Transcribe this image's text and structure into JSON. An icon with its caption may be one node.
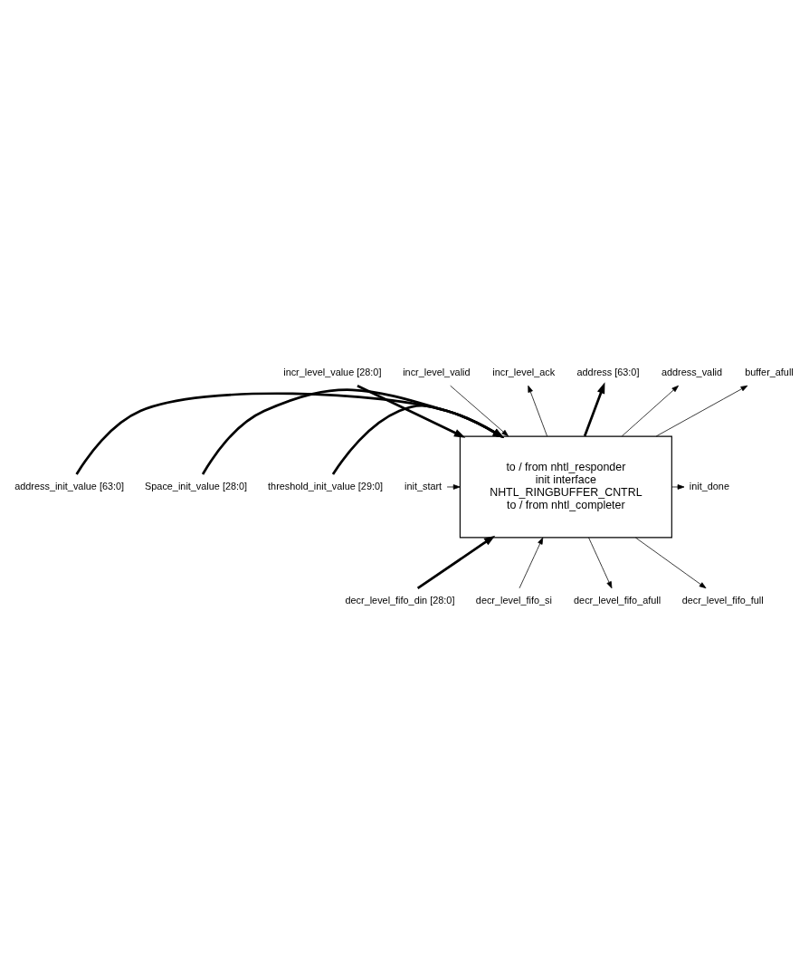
{
  "diagram": {
    "nodes": [
      {
        "text": [
          "incr_level_value [28:0]"
        ]
      },
      {
        "text": [
          "incr_level_valid"
        ]
      },
      {
        "text": [
          "incr_level_ack"
        ]
      },
      {
        "text": [
          "address [63:0]"
        ]
      },
      {
        "text": [
          "address_valid"
        ]
      },
      {
        "text": [
          "buffer_afull"
        ]
      },
      {
        "text": [
          "to / from nhtl_responder",
          "init interface",
          "NHTL_RINGBUFFER_CNTRL",
          "to / from nhtl_completer"
        ]
      },
      {
        "text": [
          "address_init_value [63:0]"
        ]
      },
      {
        "text": [
          "Space_init_value [28:0]"
        ]
      },
      {
        "text": [
          "threshold_init_value [29:0]"
        ]
      },
      {
        "text": [
          "init_start"
        ]
      },
      {
        "text": [
          "init_done"
        ]
      },
      {
        "text": [
          "decr_level_fifo_din [28:0]"
        ]
      },
      {
        "text": [
          "decr_level_fifo_si"
        ]
      },
      {
        "text": [
          "decr_level_fifo_afull"
        ]
      },
      {
        "text": [
          "decr_level_fifo_full"
        ]
      }
    ],
    "edges": [
      {
        "from": 0,
        "to": 6,
        "arrow": "to",
        "style": "thick"
      },
      {
        "from": 1,
        "to": 6,
        "arrow": "to"
      },
      {
        "from": 6,
        "to": 2,
        "arrow": "to"
      },
      {
        "from": 6,
        "to": 3,
        "arrow": "to",
        "style": "thick"
      },
      {
        "from": 6,
        "to": 4,
        "arrow": "to"
      },
      {
        "from": 6,
        "to": 5,
        "arrow": "to"
      },
      {
        "from": 7,
        "to": 6,
        "arrow": "to",
        "style": "thick"
      },
      {
        "from": 8,
        "to": 6,
        "arrow": "to",
        "style": "thick"
      },
      {
        "from": 9,
        "to": 6,
        "arrow": "to",
        "style": "thick"
      },
      {
        "from": 10,
        "to": 6,
        "arrow": "to"
      },
      {
        "from": 6,
        "to": 11,
        "arrow": "to"
      },
      {
        "from": 12,
        "to": 6,
        "arrow": "to",
        "style": "thick"
      },
      {
        "from": 13,
        "to": 6,
        "arrow": "to"
      },
      {
        "from": 6,
        "to": 14,
        "arrow": "to"
      },
      {
        "from": 6,
        "to": 15,
        "arrow": "to"
      }
    ]
  }
}
